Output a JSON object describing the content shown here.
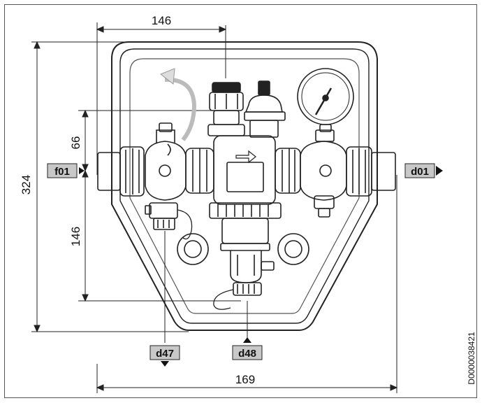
{
  "dimensions": {
    "top_width": "146",
    "total_height": "324",
    "upper_offset": "66",
    "lower_height": "146",
    "bottom_width": "169"
  },
  "connections": {
    "f01": "f01",
    "d01": "d01",
    "d47": "d47",
    "d48": "d48"
  },
  "document_id": "D0000038421",
  "colors": {
    "line": "#222222",
    "tag_fill": "#c8c8c8",
    "arrow": "#111111",
    "light_line": "#999999"
  }
}
